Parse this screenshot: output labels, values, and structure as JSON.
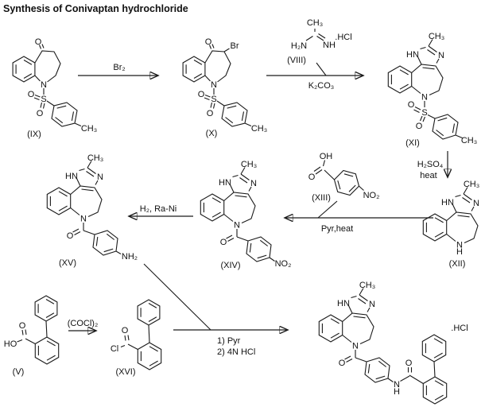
{
  "title": "Synthesis of Conivaptan hydrochloride",
  "compound_labels": {
    "ix": "(IX)",
    "x": "(X)",
    "viii": "(VIII)",
    "xi": "(XI)",
    "xii": "(XII)",
    "xiii": "(XIII)",
    "xiv": "(XIV)",
    "xv": "(XV)",
    "v": "(V)",
    "xvi": "(XVI)"
  },
  "reagents": {
    "br2": "Br₂",
    "k2co3": "K₂CO₃",
    "amidine_salt": ".HCl",
    "h2so4": "H₂SO₄",
    "heat": "heat",
    "pyr_heat": "Pyr,heat",
    "h2_rani": "H₂, Ra-Ni",
    "cocl2": "(COCl)₂",
    "step_pyr": "1) Pyr",
    "step_hcl": "2) 4N HCl",
    "product_salt": ".HCl"
  },
  "atoms": {
    "O": "O",
    "N": "N",
    "S": "S",
    "H": "H",
    "HN": "HN",
    "NH": "NH",
    "H2N": "H₂N",
    "NH2": "NH₂",
    "NO2": "NO₂",
    "CH3": "CH₃",
    "OH": "OH",
    "HO": "HO",
    "Br": "Br",
    "Cl": "Cl"
  }
}
